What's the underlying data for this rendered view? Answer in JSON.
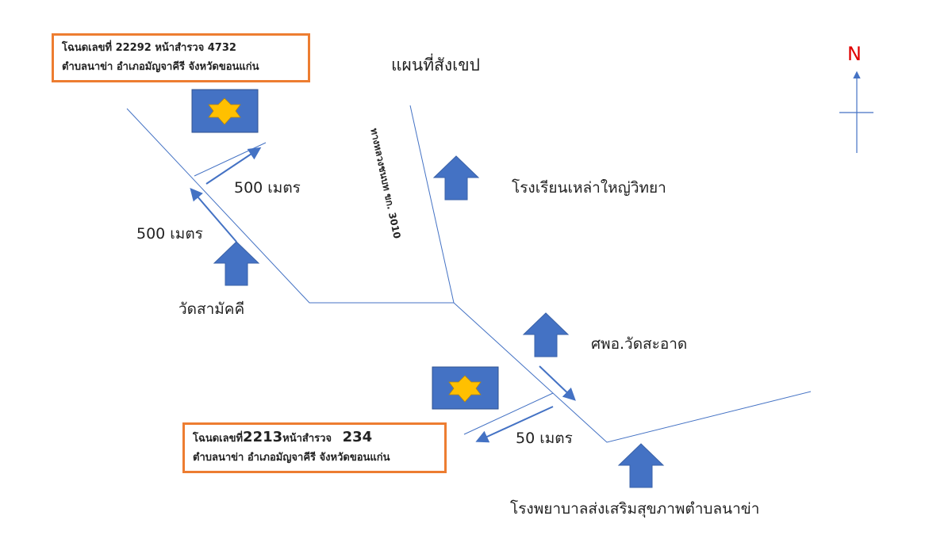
{
  "title": "แผนที่สังเขป",
  "north_label": "N",
  "road_label": "ทางหลวงชนบท ขก. 3010",
  "deeds": [
    {
      "line1_prefix": "โฉนดเลขที่",
      "deed_no": "22292",
      "page_label": "หน้าสำรวจ",
      "page_no": "4732",
      "line2": "ตำบลนาข่า อำเภอมัญจาคีรี จังหวัดขอนแก่น"
    },
    {
      "line1_prefix": "โฉนดเลขที่",
      "deed_no": "2213",
      "page_label": "หน้าสำรวจ",
      "page_no": "234",
      "line2": "ตำบลนาข่า อำเภอมัญจาคีรี จังหวัดขอนแก่น"
    }
  ],
  "distances": {
    "d1": "500 เมตร",
    "d2": "500 เมตร",
    "d3": "50 เมตร"
  },
  "landmarks": {
    "school": "โรงเรียนเหล่าใหญ่วิทยา",
    "temple": "วัดสามัคคี",
    "center": "ศพอ.วัดสะอาด",
    "hospital": "โรงพยาบาลส่งเสริมสุขภาพตำบลนาข่า"
  },
  "colors": {
    "road": "#4472c4",
    "marker": "#4472c4",
    "star": "#ffc000",
    "box_border": "#ed7d31",
    "north": "#e00000"
  }
}
